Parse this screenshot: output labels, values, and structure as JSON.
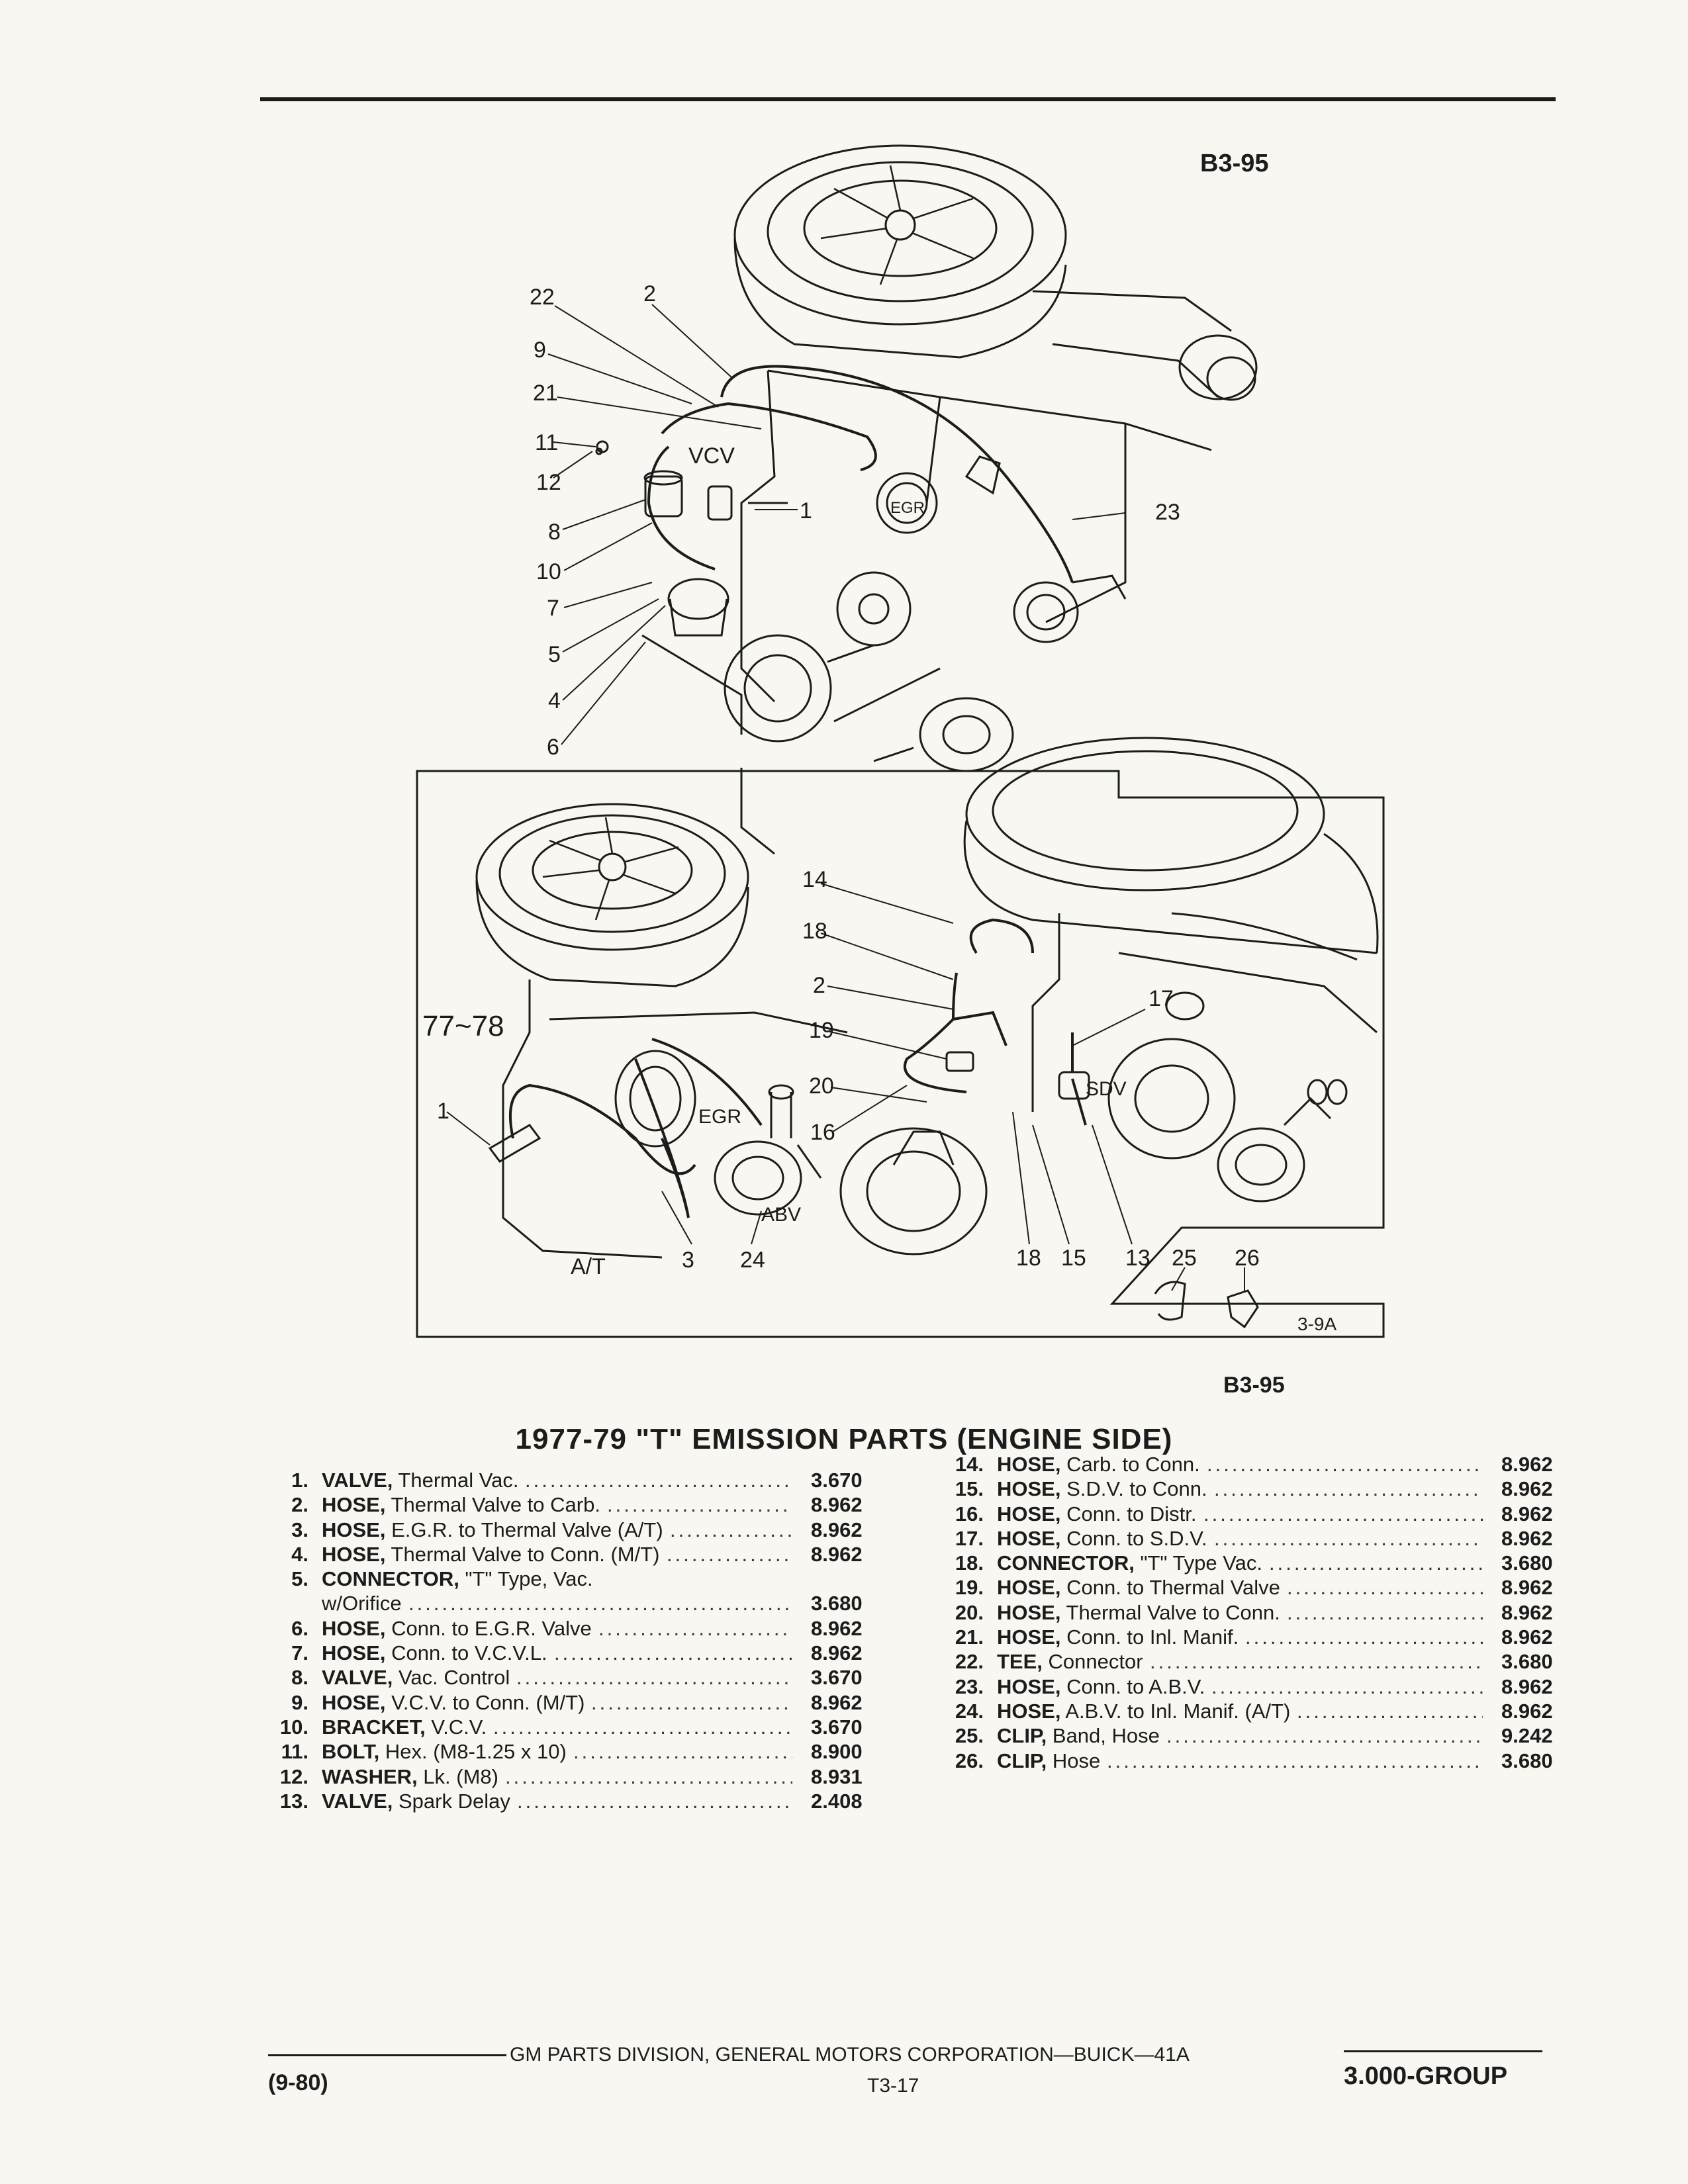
{
  "header": {
    "code_top": "B3-95"
  },
  "figure": {
    "callouts_top": [
      "22",
      "2",
      "9",
      "21",
      "11",
      "12",
      "8",
      "10",
      "7",
      "5",
      "4",
      "6",
      "1",
      "23"
    ],
    "labels_top": {
      "vcv": "VCV",
      "egr": "EGR"
    },
    "callouts_bottom": [
      "14",
      "18",
      "2",
      "17",
      "19",
      "20",
      "16",
      "1",
      "3",
      "24",
      "18",
      "15",
      "13",
      "25",
      "26"
    ],
    "labels_bottom": {
      "years": "77~78",
      "sdv": "SDV",
      "egr": "EGR",
      "abv": "ABV",
      "trans": "A/T"
    },
    "figure_id": "3-9A",
    "code_bottom": "B3-95"
  },
  "title": "1977-79 \"T\" EMISSION PARTS (ENGINE SIDE)",
  "parts_left": [
    {
      "num": "1.",
      "name": "VALVE,",
      "desc": " Thermal Vac.",
      "code": "3.670"
    },
    {
      "num": "2.",
      "name": "HOSE,",
      "desc": " Thermal Valve to Carb.",
      "code": "8.962"
    },
    {
      "num": "3.",
      "name": "HOSE,",
      "desc": " E.G.R. to Thermal Valve (A/T)",
      "code": "8.962"
    },
    {
      "num": "4.",
      "name": "HOSE,",
      "desc": " Thermal Valve to Conn. (M/T)",
      "code": "8.962"
    },
    {
      "num": "5.",
      "name": "CONNECTOR,",
      "desc": " \"T\" Type, Vac.",
      "code": ""
    },
    {
      "num": "",
      "name": "",
      "desc": "w/Orifice",
      "code": "3.680"
    },
    {
      "num": "6.",
      "name": "HOSE,",
      "desc": " Conn. to E.G.R. Valve",
      "code": "8.962"
    },
    {
      "num": "7.",
      "name": "HOSE,",
      "desc": " Conn. to V.C.V.L.",
      "code": "8.962"
    },
    {
      "num": "8.",
      "name": "VALVE,",
      "desc": " Vac. Control",
      "code": "3.670"
    },
    {
      "num": "9.",
      "name": "HOSE,",
      "desc": " V.C.V. to Conn. (M/T)",
      "code": "8.962"
    },
    {
      "num": "10.",
      "name": "BRACKET,",
      "desc": " V.C.V.",
      "code": "3.670"
    },
    {
      "num": "11.",
      "name": "BOLT,",
      "desc": " Hex. (M8-1.25 x 10)",
      "code": "8.900"
    },
    {
      "num": "12.",
      "name": "WASHER,",
      "desc": " Lk. (M8)",
      "code": "8.931"
    },
    {
      "num": "13.",
      "name": "VALVE,",
      "desc": " Spark Delay",
      "code": "2.408"
    }
  ],
  "parts_right": [
    {
      "num": "14.",
      "name": "HOSE,",
      "desc": " Carb. to Conn.",
      "code": "8.962"
    },
    {
      "num": "15.",
      "name": "HOSE,",
      "desc": " S.D.V. to Conn.",
      "code": "8.962"
    },
    {
      "num": "16.",
      "name": "HOSE,",
      "desc": " Conn. to Distr.",
      "code": "8.962"
    },
    {
      "num": "17.",
      "name": "HOSE,",
      "desc": " Conn. to S.D.V.",
      "code": "8.962"
    },
    {
      "num": "18.",
      "name": "CONNECTOR,",
      "desc": " \"T\" Type Vac.",
      "code": "3.680"
    },
    {
      "num": "19.",
      "name": "HOSE,",
      "desc": " Conn. to Thermal Valve",
      "code": "8.962"
    },
    {
      "num": "20.",
      "name": "HOSE,",
      "desc": " Thermal Valve to Conn.",
      "code": "8.962"
    },
    {
      "num": "21.",
      "name": "HOSE,",
      "desc": " Conn. to Inl. Manif.",
      "code": "8.962"
    },
    {
      "num": "22.",
      "name": "TEE,",
      "desc": " Connector",
      "code": "3.680"
    },
    {
      "num": "23.",
      "name": "HOSE,",
      "desc": " Conn. to A.B.V.",
      "code": "8.962"
    },
    {
      "num": "24.",
      "name": "HOSE,",
      "desc": " A.B.V. to Inl. Manif. (A/T)",
      "code": "8.962"
    },
    {
      "num": "25.",
      "name": "CLIP,",
      "desc": " Band, Hose",
      "code": "9.242"
    },
    {
      "num": "26.",
      "name": "CLIP,",
      "desc": " Hose",
      "code": "3.680"
    }
  ],
  "footer": {
    "publisher": "GM PARTS DIVISION, GENERAL MOTORS CORPORATION—BUICK—41A",
    "date": "(9-80)",
    "page": "T3-17",
    "group": "3.000-GROUP"
  }
}
